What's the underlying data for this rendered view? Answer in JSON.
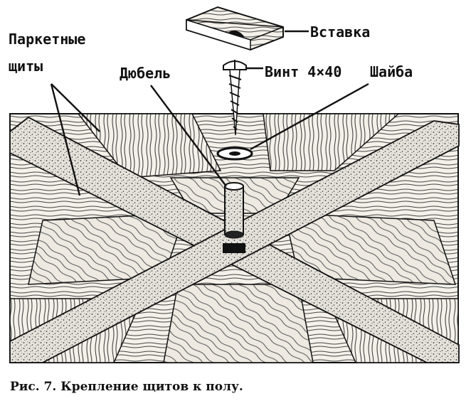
{
  "labels": {
    "panels": [
      "Паркетные",
      "щиты"
    ],
    "dowel": "Дюбель",
    "insert": "Вставка",
    "screw": "Винт 4×40",
    "washer": "Шайба"
  },
  "caption": "Рис. 7. Крепление щитов к полу."
}
